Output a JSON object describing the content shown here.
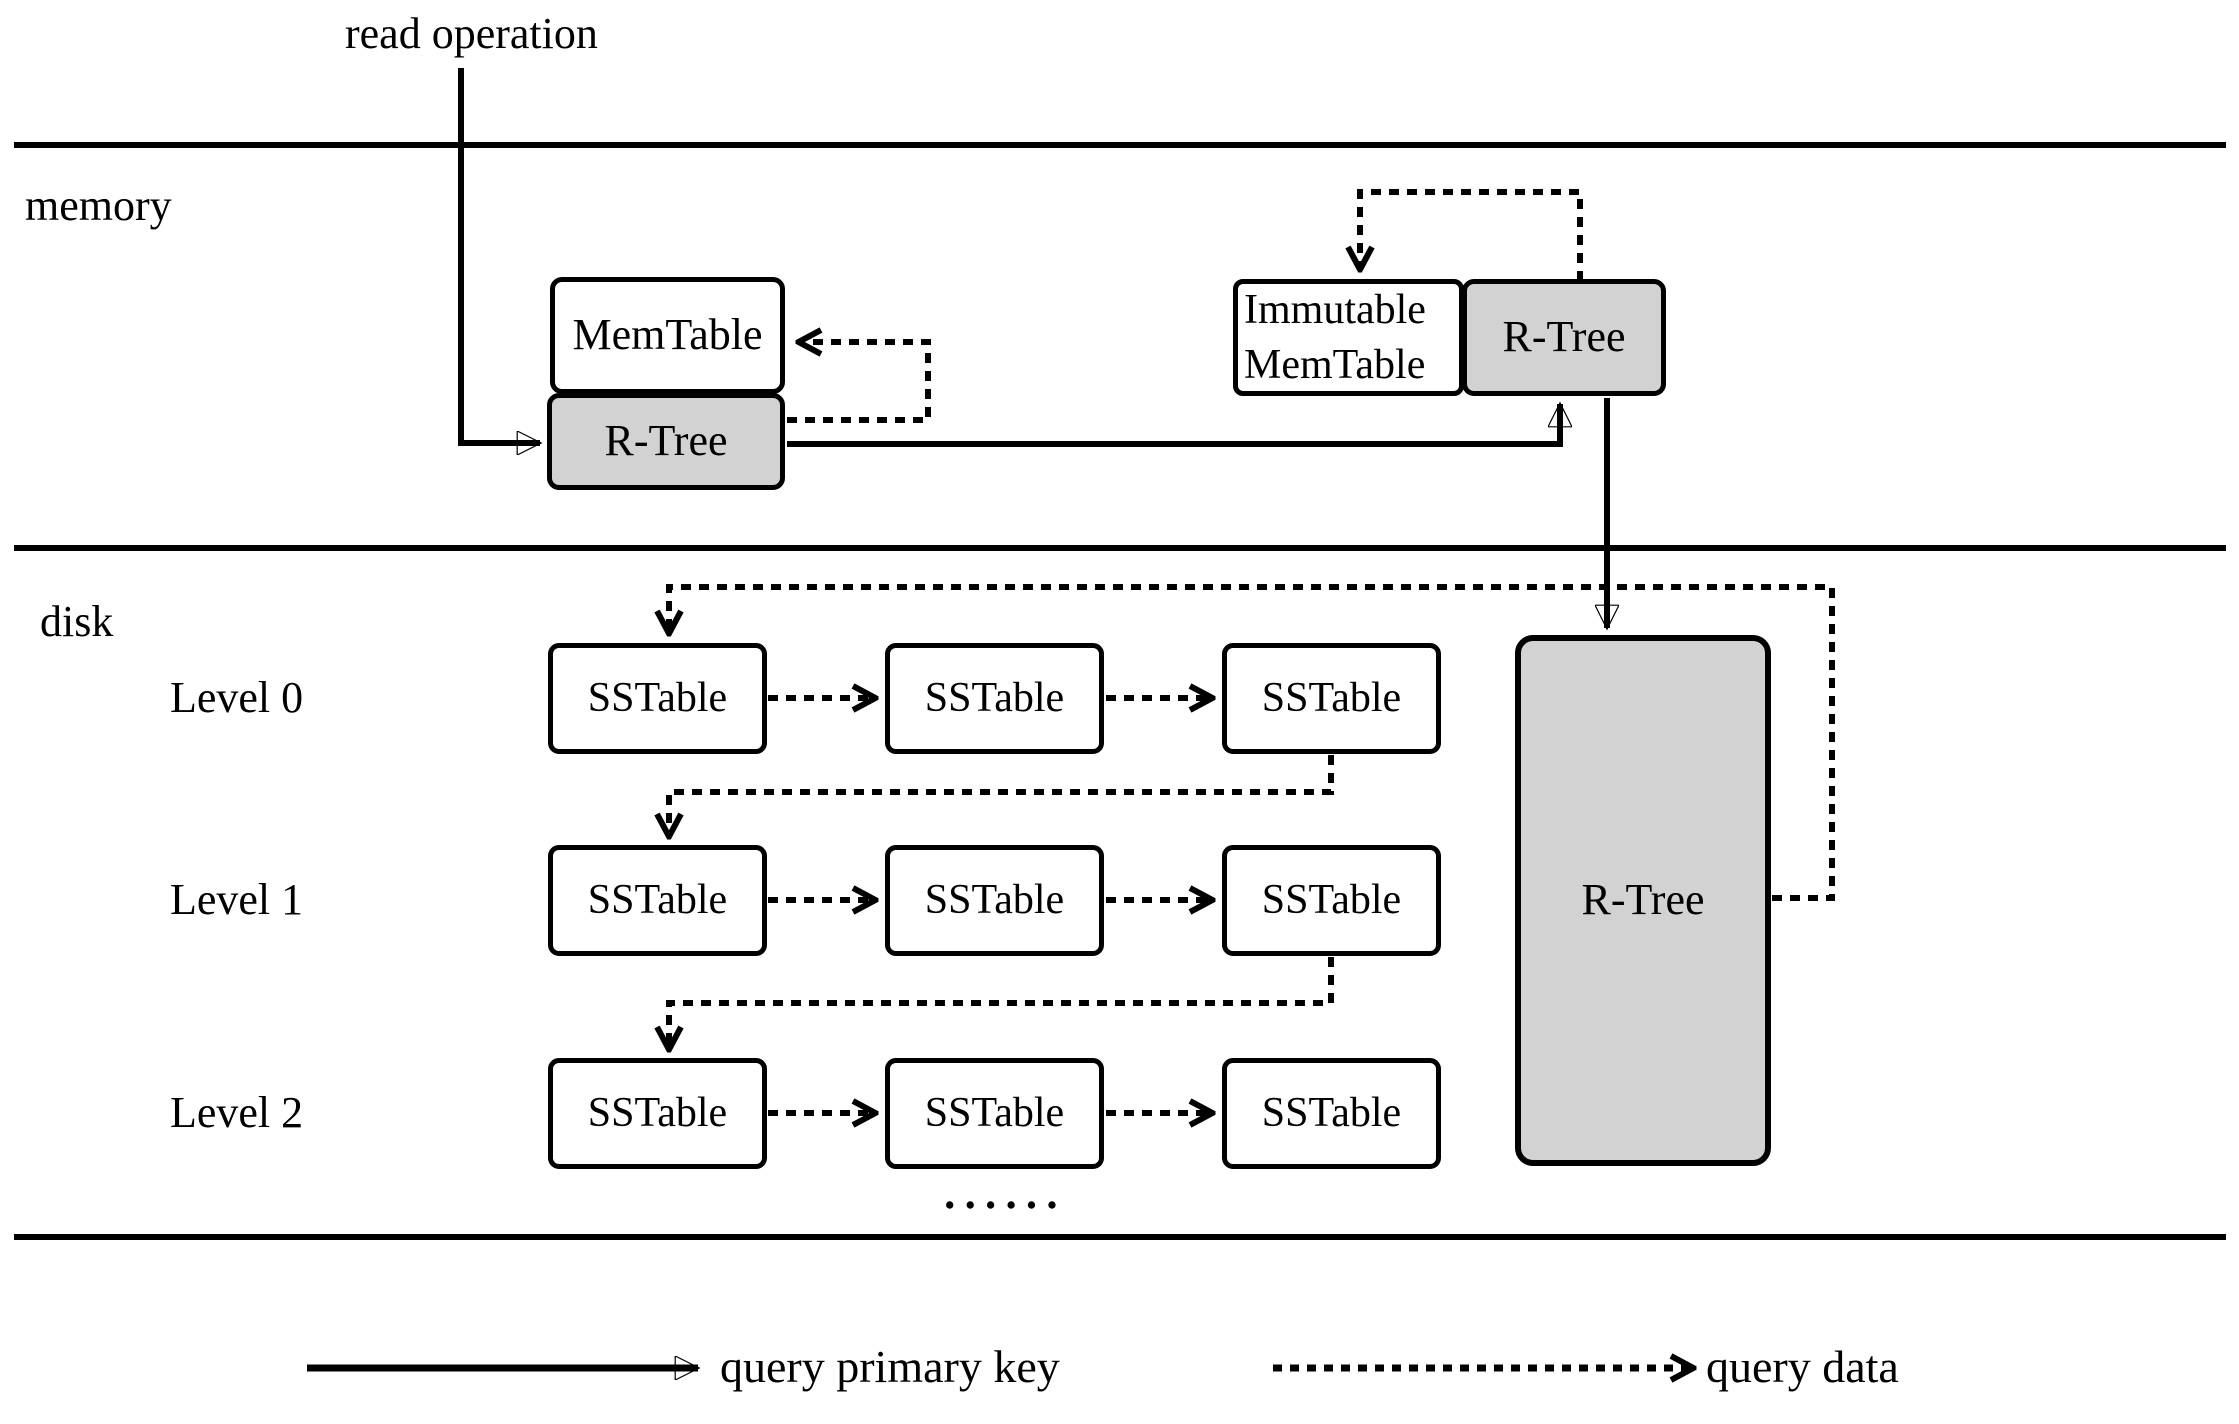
{
  "labels": {
    "read_operation": "read operation",
    "memory": "memory",
    "disk": "disk",
    "ellipsis": "••••••"
  },
  "memory": {
    "memtable": "MemTable",
    "memtable_rtree": "R-Tree",
    "immutable_memtable_line1": "Immutable",
    "immutable_memtable_line2": "MemTable",
    "immutable_rtree": "R-Tree"
  },
  "disk": {
    "rtree": "R-Tree",
    "levels": [
      {
        "label": "Level 0",
        "sstables": [
          "SSTable",
          "SSTable",
          "SSTable"
        ]
      },
      {
        "label": "Level 1",
        "sstables": [
          "SSTable",
          "SSTable",
          "SSTable"
        ]
      },
      {
        "label": "Level 2",
        "sstables": [
          "SSTable",
          "SSTable",
          "SSTable"
        ]
      }
    ]
  },
  "legend": {
    "solid_label": "query primary key",
    "dashed_label": "query data"
  },
  "colors": {
    "line": "#000000",
    "rtree_fill": "#d2d2d2",
    "table_fill": "#ffffff",
    "background": "#ffffff"
  }
}
